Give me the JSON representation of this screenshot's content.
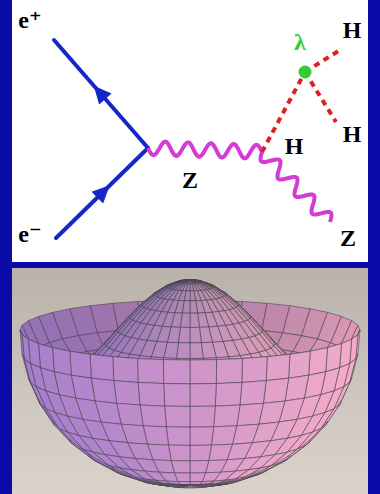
{
  "diagram": {
    "labels": [
      "e⁺",
      "e⁻",
      "λ",
      "H",
      "H",
      "H",
      "Z",
      "Z"
    ]
  }
}
